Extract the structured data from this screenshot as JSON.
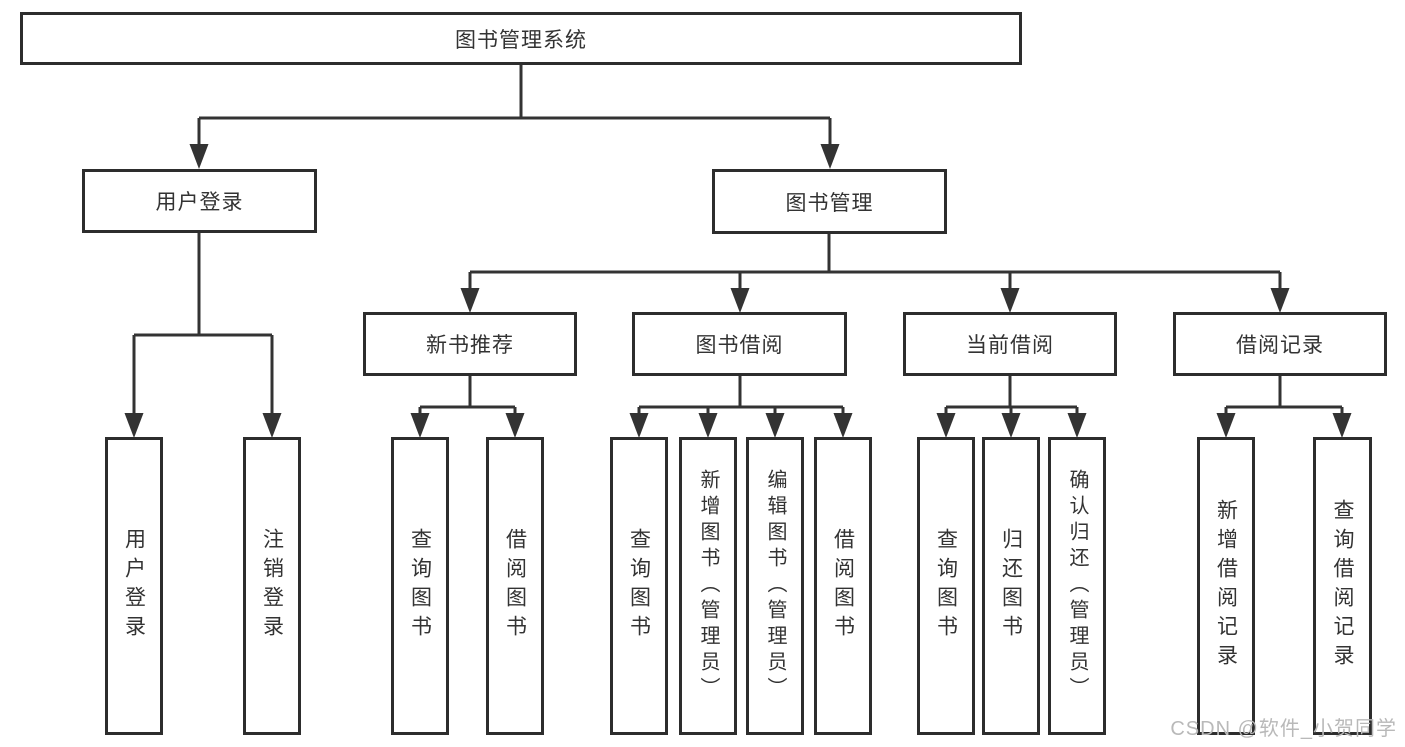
{
  "diagram": {
    "root": {
      "label": "图书管理系统"
    },
    "children": [
      {
        "label": "用户登录",
        "children": [
          {
            "label": "用户登录"
          },
          {
            "label": "注销登录"
          }
        ]
      },
      {
        "label": "图书管理",
        "children": [
          {
            "label": "新书推荐",
            "children": [
              {
                "label": "查询图书"
              },
              {
                "label": "借阅图书"
              }
            ]
          },
          {
            "label": "图书借阅",
            "children": [
              {
                "label": "查询图书"
              },
              {
                "label": "新增图书（管理员）"
              },
              {
                "label": "编辑图书（管理员）"
              },
              {
                "label": "借阅图书"
              }
            ]
          },
          {
            "label": "当前借阅",
            "children": [
              {
                "label": "查询图书"
              },
              {
                "label": "归还图书"
              },
              {
                "label": "确认归还（管理员）"
              }
            ]
          },
          {
            "label": "借阅记录",
            "children": [
              {
                "label": "新增借阅记录"
              },
              {
                "label": "查询借阅记录"
              }
            ]
          }
        ]
      }
    ]
  },
  "watermark": {
    "text": "CSDN @软件_小贺同学"
  },
  "colors": {
    "line": "#333333",
    "border": "#2d2d2d",
    "text": "#333333",
    "watermark": "#b9b9b9",
    "background": "#ffffff"
  }
}
